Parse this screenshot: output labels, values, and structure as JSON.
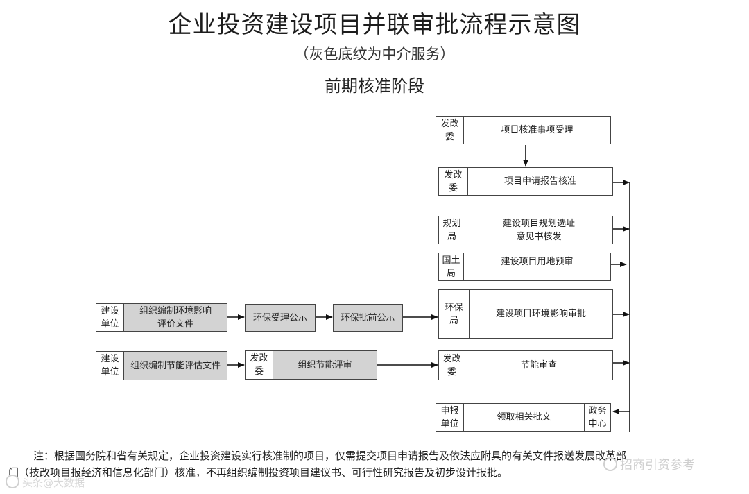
{
  "title": "企业投资建设项目并联审批流程示意图",
  "subtitle": "（灰色底纹为中介服务）",
  "stage": "前期核准阶段",
  "nodes": {
    "n1": {
      "label": "发改\n委",
      "text": "项目核准事项受理"
    },
    "n2": {
      "label": "发改\n委",
      "text": "项目申请报告核准"
    },
    "n3": {
      "label": "规划\n局",
      "text": "建设项目规划选址\n意见书核发"
    },
    "n4": {
      "label": "国土\n局",
      "text": "建设项目用地预审"
    },
    "n5": {
      "label": "环保\n局",
      "text": "建设项目环境影响审批"
    },
    "n6": {
      "label": "发改\n委",
      "text": "节能审查"
    },
    "n7": {
      "label": "申报\n单位",
      "text": "领取相关批文",
      "label_right": "政务\n中心"
    },
    "e1": {
      "label": "建设\n单位",
      "text": "组织编制环境影响\n评价文件"
    },
    "e2": {
      "text": "环保受理公示"
    },
    "e3": {
      "text": "环保批前公示"
    },
    "s1": {
      "label": "建设\n单位",
      "text": "组织编制节能评估文件"
    },
    "s2": {
      "label": "发改\n委",
      "text": "组织节能评审"
    }
  },
  "note": {
    "line1": "注：根据国务院和省有关规定，企业投资建设实行核准制的项目，仅需提交项目申请报告及依法应附具的有关文件报送发展改革部",
    "line2": "门（技改项目报经济和信息化部门）核准，不再组织编制投资项目建议书、可行性研究报告及初步设计报批。"
  },
  "watermark": {
    "left": "头条@大数据",
    "right": "招商引资参考"
  }
}
